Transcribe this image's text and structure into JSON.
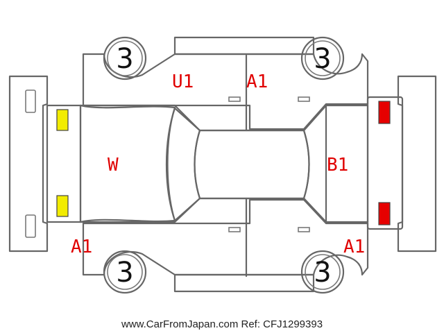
{
  "tires": {
    "front_left": "3",
    "front_right": "3",
    "rear_left": "3",
    "rear_right": "3"
  },
  "damage_codes": {
    "roof_left": "U1",
    "roof_right": "A1",
    "hood": "W",
    "back_door": "B1",
    "front_bottom_left": "A1",
    "rear_bottom_right": "A1"
  },
  "lamp_colors": {
    "front_lamps": "#f2ec00",
    "rear_lamps": "#e60000"
  },
  "footer": {
    "source": "www.CarFromJapan.com Ref: CFJ1299393"
  }
}
